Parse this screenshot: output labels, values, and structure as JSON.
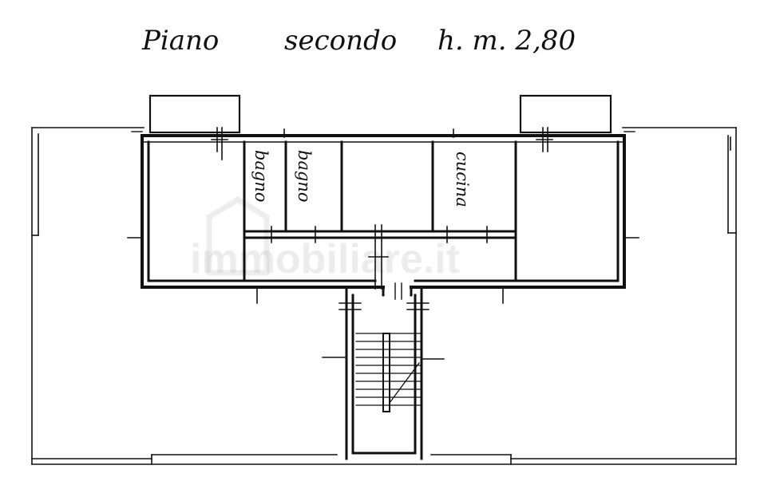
{
  "title": {
    "floor_label": "Piano",
    "floor_name": "secondo",
    "height_label": "h. m. 2,80"
  },
  "rooms": {
    "bath_1": "bagno",
    "bath_2": "bagno",
    "kitchen": "cucina"
  },
  "watermark": "immobiliare.it",
  "colors": {
    "ink": "#111111",
    "paper": "#ffffff",
    "watermark": "#bdbdbd"
  }
}
